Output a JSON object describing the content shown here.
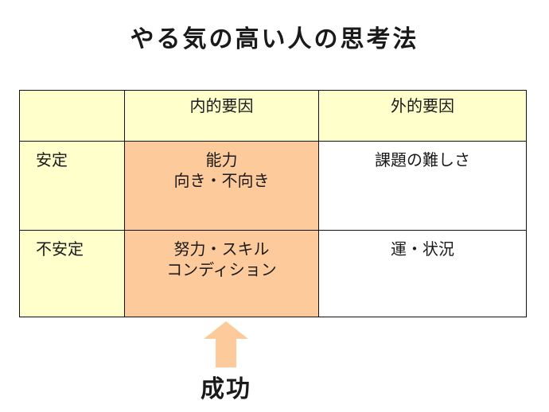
{
  "title": "やる気の高い人の思考法",
  "table": {
    "headers": {
      "internal": "内的要因",
      "external": "外的要因"
    },
    "rows": [
      {
        "label": "安定",
        "internal": [
          "能力",
          "向き・不向き"
        ],
        "external": [
          "課題の難しさ"
        ]
      },
      {
        "label": "不安定",
        "internal": [
          "努力・スキル",
          "コンディション"
        ],
        "external": [
          "運・状況"
        ]
      }
    ]
  },
  "arrow_label": "成功",
  "colors": {
    "header_fill": "#ffffcc",
    "highlight_fill": "#fdcb9b",
    "arrow_fill": "#fdcb9b",
    "border": "#111111"
  }
}
